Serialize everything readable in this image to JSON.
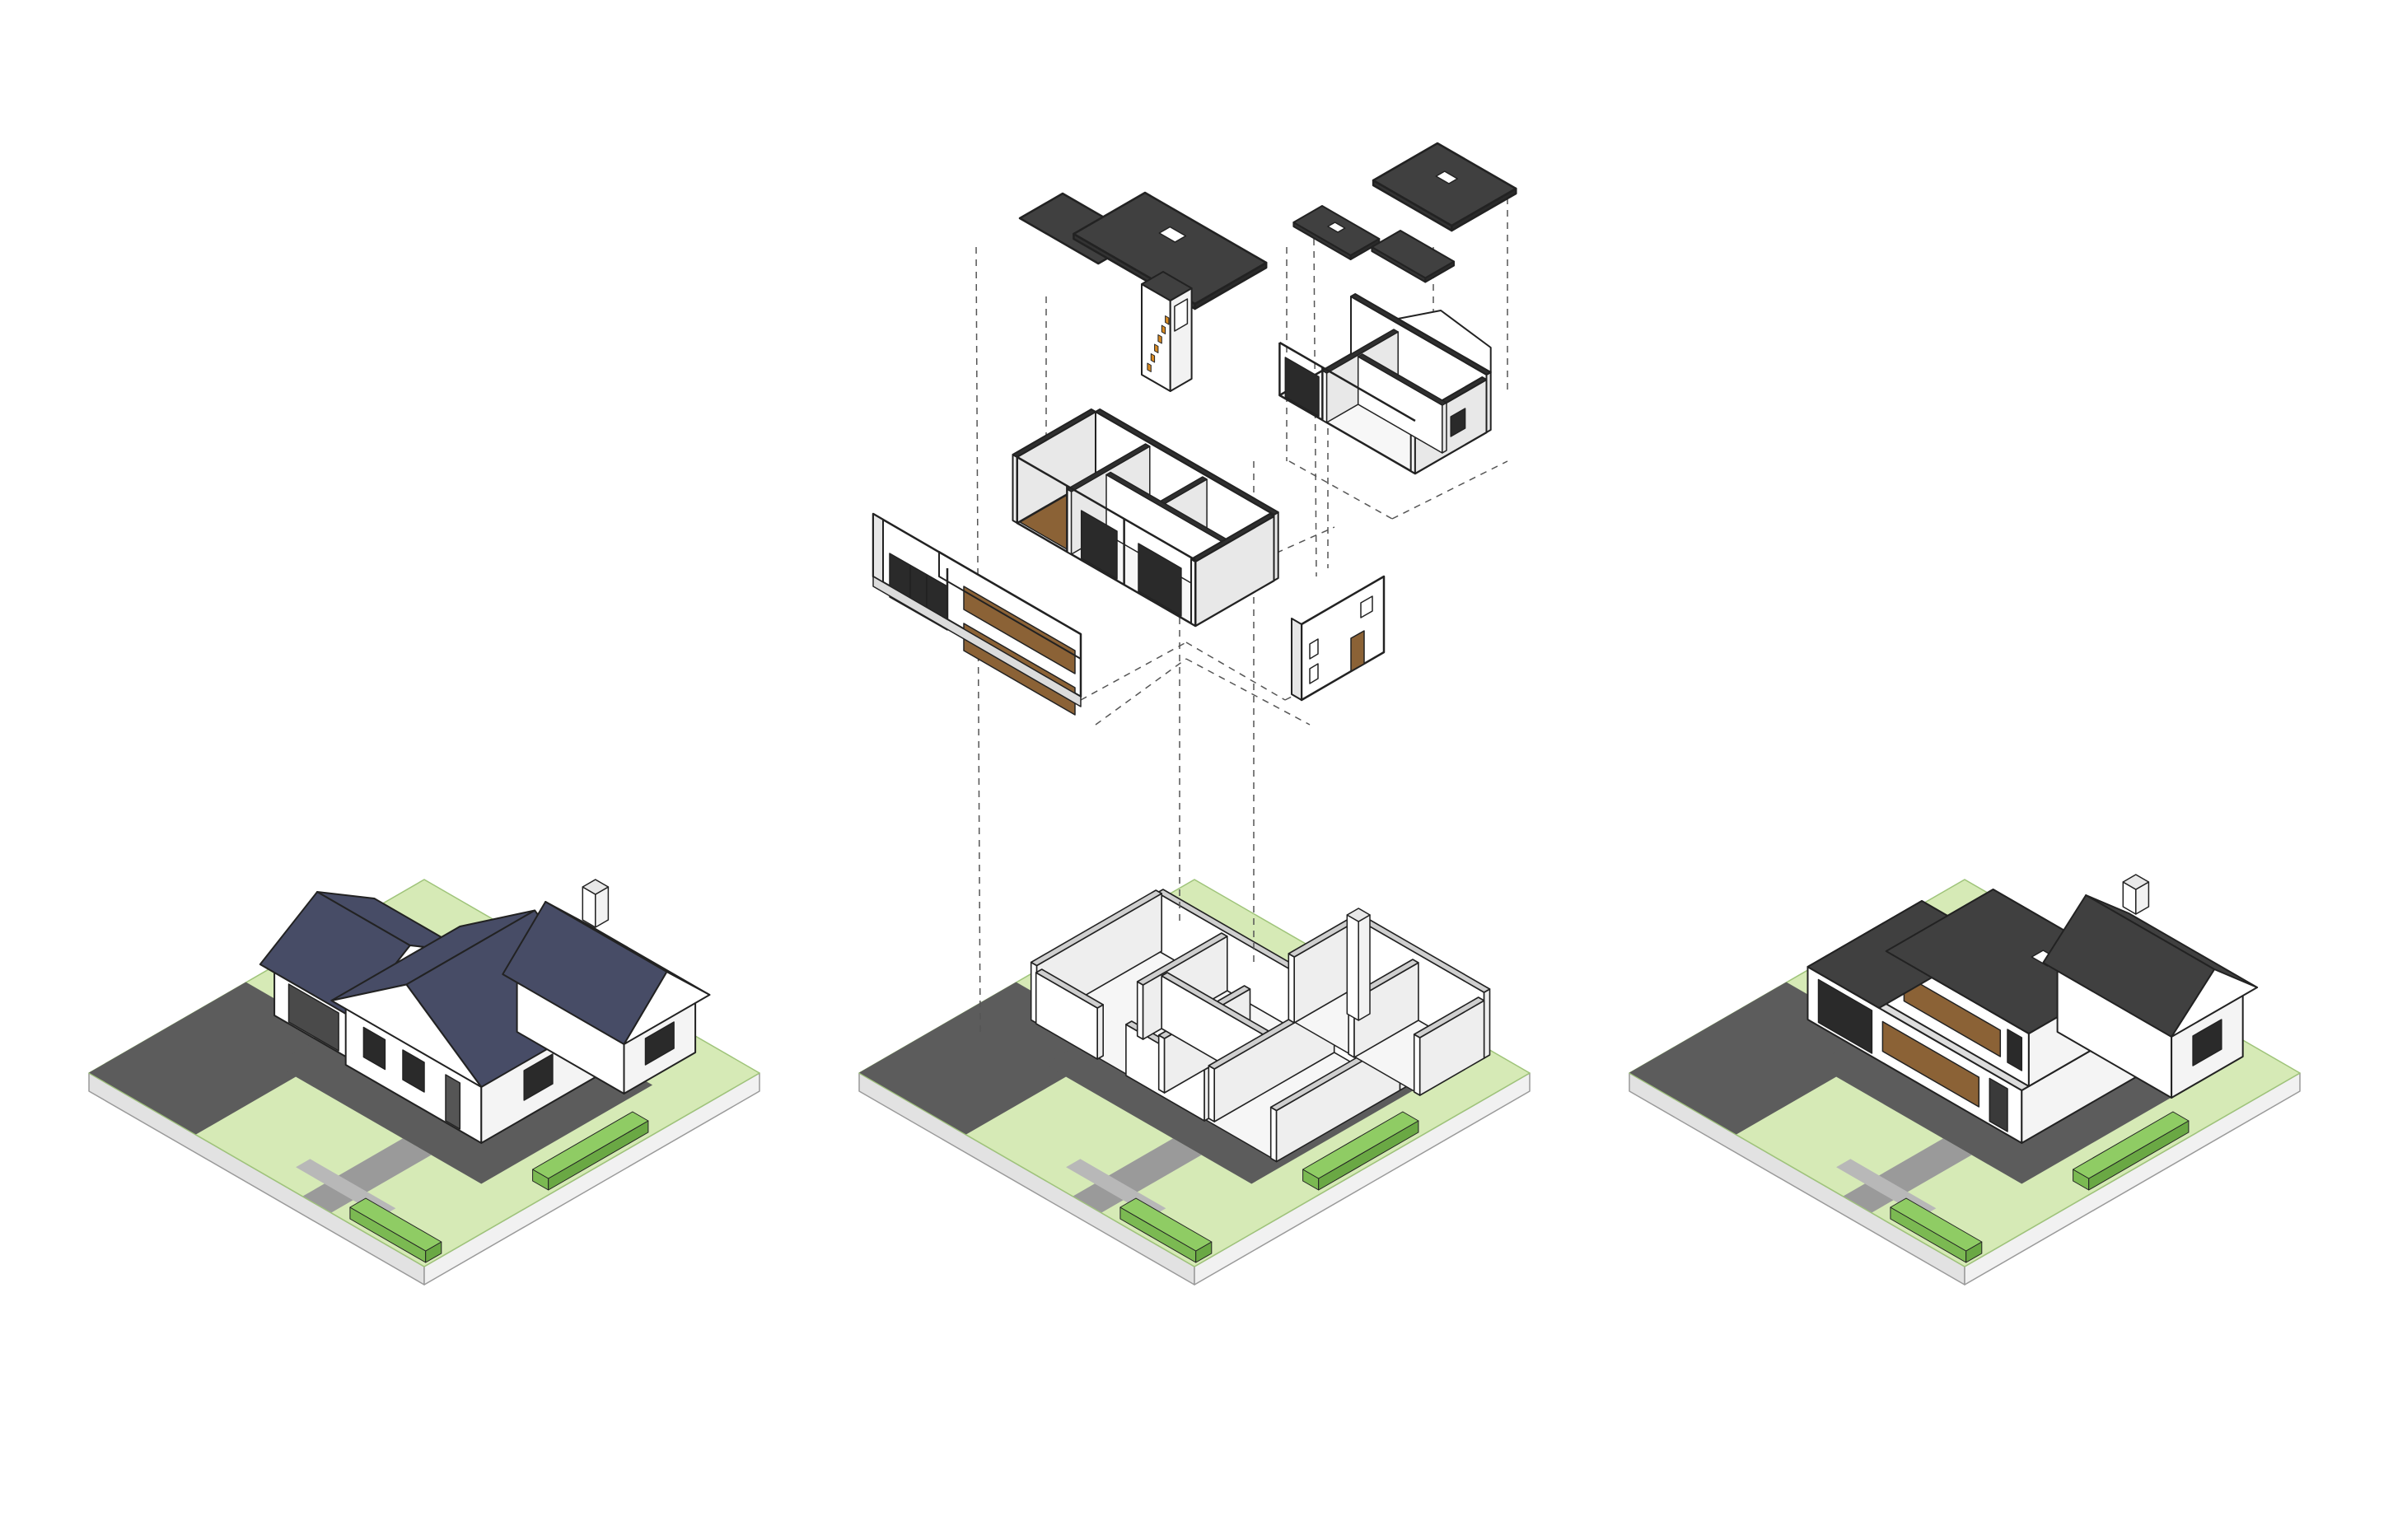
{
  "figure": {
    "kind": "isometric-renovation-diagram",
    "text_labels": [],
    "panels": [
      {
        "name": "existing-house",
        "roof_style": "pitched"
      },
      {
        "name": "stripped-shell",
        "roof_style": "none"
      },
      {
        "name": "renovated-house",
        "roof_style": "flat"
      }
    ],
    "exploded_parts": [
      "flat-roof-left",
      "flat-roof-right",
      "skylight-roof-a",
      "skylight-roof-b",
      "skylight-roof-c",
      "stair-core",
      "ground-floor-volume",
      "annex-volume",
      "front-facade",
      "side-facade"
    ]
  },
  "colors": {
    "background": "#ffffff",
    "lawn": "#d6eab6",
    "lawn_edge": "#9fc47a",
    "hedge": "#8fcc64",
    "hedge_dark": "#6aa844",
    "paving": "#5c5c5c",
    "path": "#9a9a9a",
    "slab_side": "#f1f1f1",
    "slab_front": "#e2e2e2",
    "wall_light": "#ffffff",
    "wall_shade": "#ececec",
    "old_roof": "#474c66",
    "new_roof": "#404040",
    "timber": "#8b6236",
    "glass": "#2a2a2a",
    "stair_accent": "#d88a22",
    "line": "#222222",
    "guide_line": "#555555"
  }
}
